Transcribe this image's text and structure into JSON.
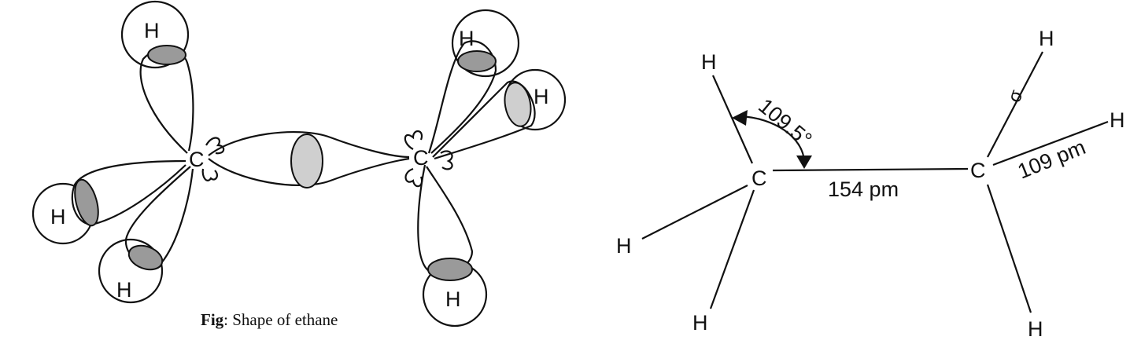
{
  "orbital_diagram": {
    "carbon_labels": [
      "C",
      "C"
    ],
    "hydrogen_labels": [
      "H",
      "H",
      "H",
      "H",
      "H",
      "H"
    ],
    "caption_bold": "Fig",
    "caption_rest": ": Shape of ethane"
  },
  "structure_diagram": {
    "carbon_labels": [
      "C",
      "C"
    ],
    "hydrogen_labels": [
      "H",
      "H",
      "H",
      "H",
      "H",
      "H"
    ],
    "bond_angle": "109.5°",
    "cc_bond_length": "154 pm",
    "ch_bond_length": "109 pm",
    "sigma_label": "σ"
  }
}
